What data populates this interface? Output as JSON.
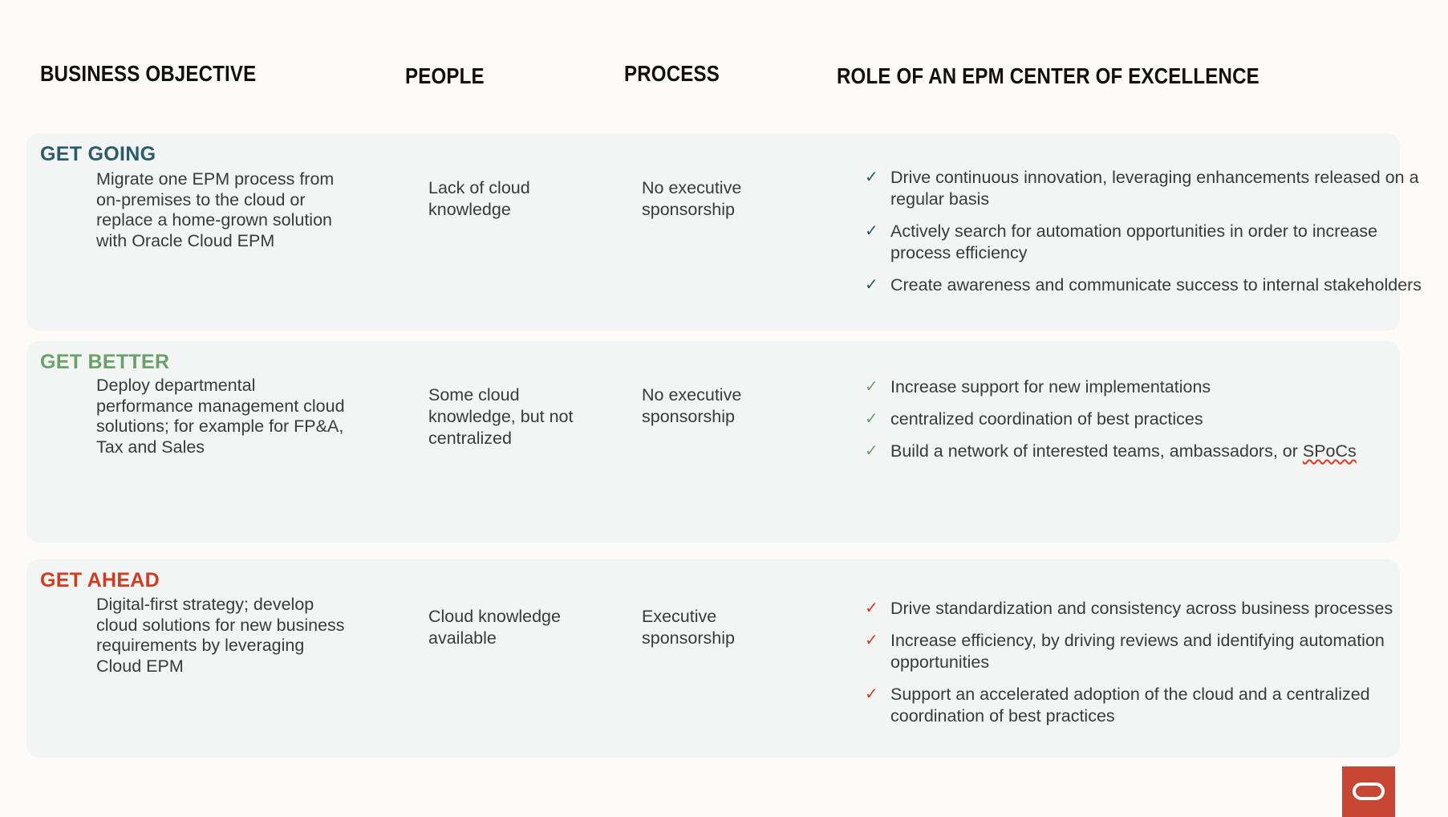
{
  "headers": {
    "objective": "BUSINESS OBJECTIVE",
    "people": "PEOPLE",
    "process": "PROCESS",
    "role": "ROLE OF AN EPM CENTER OF EXCELLENCE"
  },
  "colors": {
    "page_background": "#fdfbf8",
    "card_background": "#f2f5f4",
    "get_going": "#2a5b68",
    "get_better": "#6aa06a",
    "get_ahead": "#cf3c22",
    "oracle_red": "#c74634",
    "body_text": "#3a3a38",
    "header_text": "#12100e"
  },
  "rows": [
    {
      "stage": "GET GOING",
      "objective": "Migrate one EPM process from on-premises to the cloud or replace a home-grown solution with Oracle Cloud EPM",
      "people": "Lack of cloud knowledge",
      "process": "No executive sponsorship",
      "bullets": [
        "Drive continuous innovation, leveraging enhancements released on a regular basis",
        "Actively search for automation opportunities in order to increase process efficiency",
        "Create awareness and communicate success to internal stakeholders"
      ]
    },
    {
      "stage": "GET BETTER",
      "objective": "Deploy departmental performance management cloud solutions; for example for  FP&A, Tax and Sales",
      "people": "Some cloud knowledge, but not centralized",
      "process": "No executive sponsorship",
      "bullets": [
        "Increase support for new implementations",
        "centralized coordination of best practices",
        "Build a network of interested teams, ambassadors, or SPoCs"
      ],
      "bullet_3_prefix": "Build a network of interested teams, ambassadors, or ",
      "bullet_3_misspelled": "SPoCs"
    },
    {
      "stage": "GET AHEAD",
      "objective": "Digital-first strategy; develop cloud solutions for new business requirements by leveraging Cloud EPM",
      "people": "Cloud knowledge available",
      "process": "Executive sponsorship",
      "bullets": [
        "Drive standardization and consistency across business processes",
        "Increase efficiency, by driving reviews and identifying automation opportunities",
        "Support an accelerated adoption of the cloud and a centralized coordination of best practices"
      ]
    }
  ],
  "check_glyph": "✓",
  "logo": {
    "name": "oracle-logo"
  }
}
